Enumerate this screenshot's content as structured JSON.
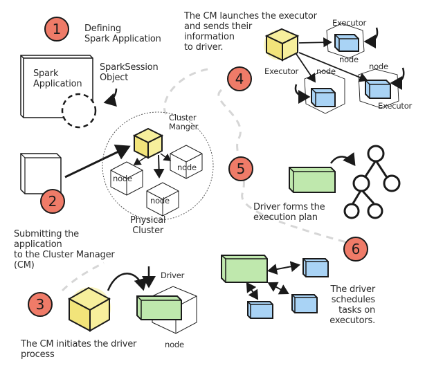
{
  "colors": {
    "step_badge": "#ef7b68",
    "cluster_manager": "#f7ef9c",
    "driver": "#bfe8ad",
    "executor": "#a9d3f5",
    "outline": "#1a1a1a",
    "dashed_path": "#d6d6d6"
  },
  "steps": [
    {
      "number": "1",
      "label_lines": [
        "Defining",
        "Spark Application"
      ]
    },
    {
      "number": "2",
      "label_lines": [
        "Submitting the",
        "application",
        "to the Cluster Manager",
        "(CM)"
      ]
    },
    {
      "number": "3",
      "label_lines": [
        "The CM initiates the driver",
        "process"
      ]
    },
    {
      "number": "4",
      "label_lines": [
        "The CM launches the executor",
        "and sends their",
        "information",
        "to driver."
      ]
    },
    {
      "number": "5",
      "label_lines": [
        "Driver forms the",
        "execution plan"
      ]
    },
    {
      "number": "6",
      "label_lines": [
        "The driver",
        "schedules",
        "tasks on",
        "executors."
      ]
    }
  ],
  "step1": {
    "app_box_lines": [
      "Spark",
      "Application"
    ],
    "session_lines": [
      "SparkSession",
      "Object"
    ]
  },
  "step2": {
    "cluster_manager_lines": [
      "Cluster",
      "Manger"
    ],
    "node_label": "node",
    "cluster_lines": [
      "Physical",
      "Cluster"
    ]
  },
  "step3": {
    "driver_label": "Driver",
    "node_label": "node"
  },
  "step4": {
    "executor_label": "Executor",
    "node_label": "node"
  }
}
